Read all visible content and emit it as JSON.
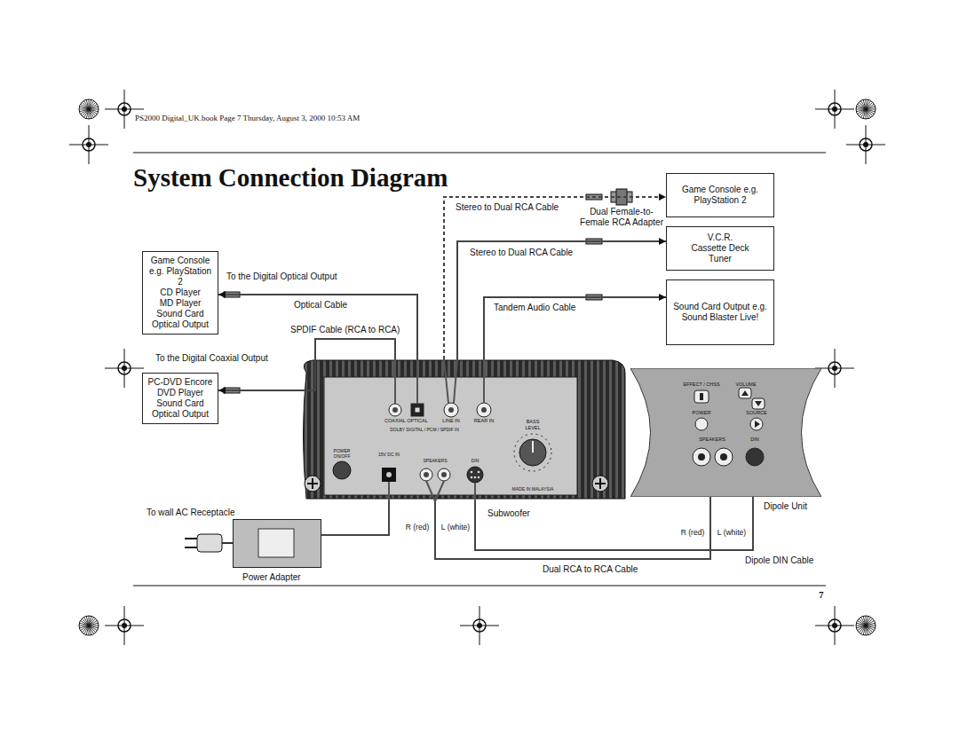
{
  "diagram": {
    "title": "System Connection Diagram",
    "nodes": [
      {
        "text": [
          "Game Console e.g. PlayStation 2"
        ]
      },
      {
        "text": [
          "V.C.R.",
          "Cassette Deck",
          "Tuner"
        ]
      },
      {
        "text": [
          "Sound Card Output e.g. Sound Blaster Live!"
        ]
      },
      {
        "text": [
          "Game Console e.g. PlayStation 2",
          "CD Player",
          "MD Player",
          "Sound Card Optical Output"
        ]
      },
      {
        "text": [
          "PC-DVD Encore",
          "DVD Player",
          "Sound Card Optical Output"
        ]
      },
      {
        "text": [
          "Subwoofer"
        ]
      },
      {
        "text": [
          "Dipole Unit"
        ]
      },
      {
        "text": [
          "Power Adapter"
        ]
      }
    ],
    "edges": [
      {
        "from": 5,
        "to": 0,
        "arrow": "to",
        "label": "Stereo to Dual RCA Cable"
      },
      {
        "from": 5,
        "to": 1,
        "arrow": "to",
        "label": "Stereo to Dual RCA Cable"
      },
      {
        "from": 5,
        "to": 2,
        "arrow": "to",
        "label": "Tandem Audio Cable"
      },
      {
        "from": 5,
        "to": 3,
        "arrow": "to",
        "label": "Optical Cable"
      },
      {
        "from": 5,
        "to": 4,
        "arrow": "to",
        "label": "SPDIF Cable (RCA to RCA)"
      },
      {
        "from": 7,
        "to": 5,
        "arrow": "none"
      },
      {
        "from": 5,
        "to": 6,
        "arrow": "none",
        "label": "Dual RCA to RCA Cable"
      },
      {
        "from": 5,
        "to": 6,
        "arrow": "none",
        "label": "Dipole DIN Cable"
      }
    ],
    "labels": [
      "PS2000 Digital_UK.book Page 7 Thursday, August 3, 2000 10:53 AM",
      "To the Digital Optical Output",
      "To the Digital Coaxial Output",
      "Dual Female-to-Female RCA Adapter",
      "To wall AC Receptacle",
      "R (red)",
      "L (white)",
      "R (red)",
      "L (white)",
      "DOLBY DIGITAL / PCM / SPDIF IN",
      "COAXIAL",
      "OPTICAL",
      "LINE IN",
      "REAR IN",
      "BASS LEVEL",
      "POWER ON/OFF",
      "15V DC IN",
      "SPEAKERS",
      "DIN",
      "MADE IN MALAYSIA",
      "EFFECT / CHSS",
      "VOLUME",
      "POWER",
      "SOURCE",
      "SPEAKERS",
      "DIN",
      "7"
    ]
  }
}
